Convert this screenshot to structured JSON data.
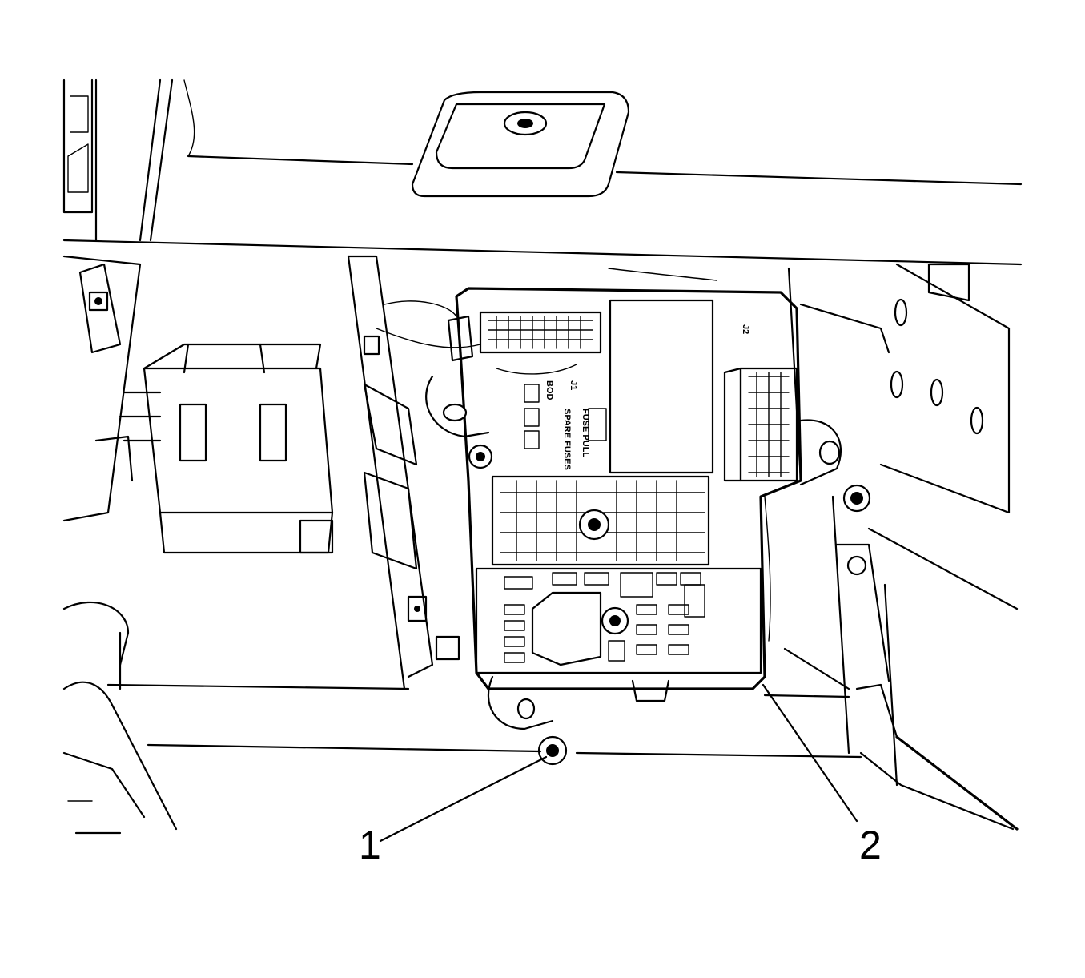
{
  "callouts": [
    {
      "number": "1",
      "target": "module-retaining-nut"
    },
    {
      "number": "2",
      "target": "body-control-module"
    }
  ],
  "module_labels": {
    "connector_j1": "J1",
    "connector_j2": "J2",
    "fuse_label_a": "SPARE FUSES",
    "fuse_label_b": "FUSE PULL",
    "fuse_label_c": "BOD"
  },
  "colors": {
    "line": "#000000",
    "background": "#ffffff"
  }
}
